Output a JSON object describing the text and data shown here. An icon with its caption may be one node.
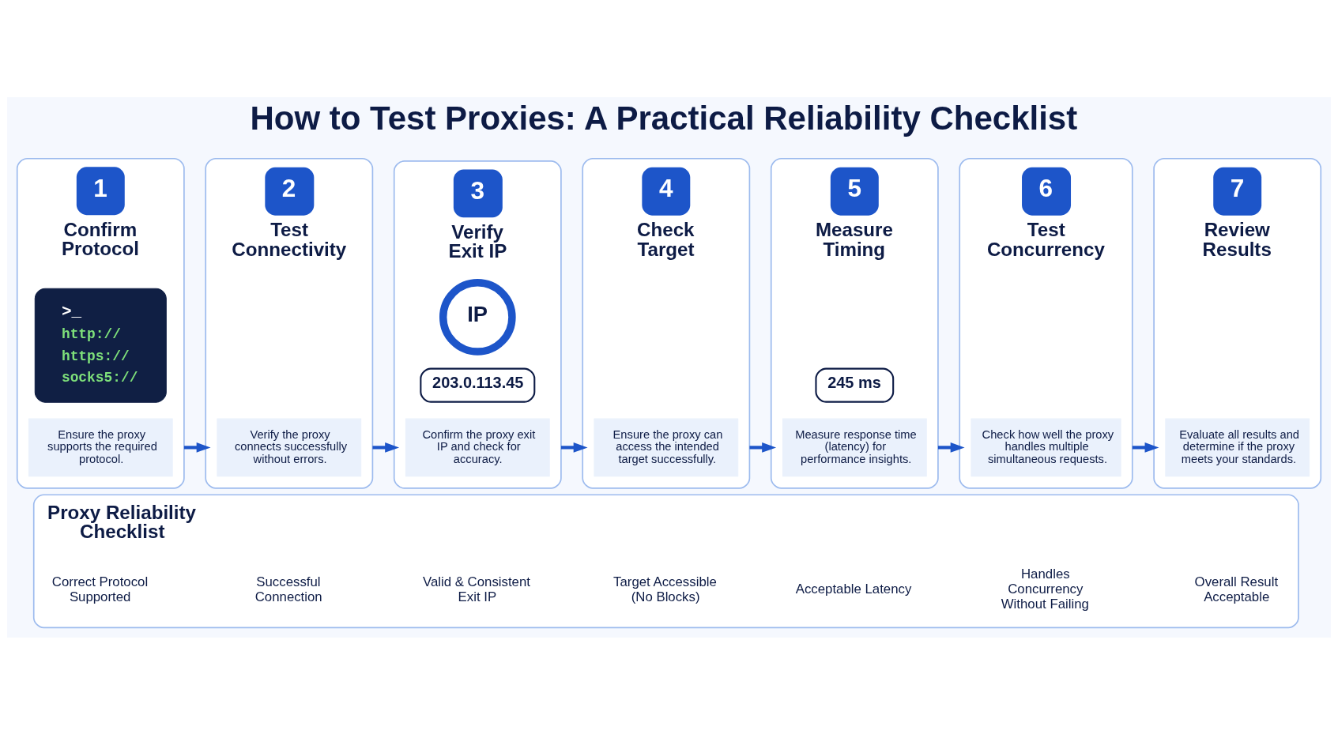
{
  "diagram": {
    "title": "How to Test Proxies: A Practical Reliability Checklist",
    "nodes": [
      {
        "text": [
          "1",
          "Confirm Protocol"
        ]
      },
      {
        "text": [
          ">_",
          "http://",
          "https://",
          "socks5://"
        ],
        "in": 0
      },
      {
        "text": [
          "Ensure the proxy supports the required protocol."
        ],
        "in": 0
      },
      {
        "text": [
          "2",
          "Test Connectivity"
        ]
      },
      {
        "text": [
          "Verify the proxy connects successfully without errors."
        ],
        "in": 3
      },
      {
        "text": [
          "3",
          "Verify Exit IP"
        ]
      },
      {
        "text": [
          "IP"
        ],
        "in": 5
      },
      {
        "text": [
          "203.0.113.45"
        ],
        "in": 5
      },
      {
        "text": [
          "Confirm the proxy exit IP and check for accuracy."
        ],
        "in": 5
      },
      {
        "text": [
          "4",
          "Check Target"
        ]
      },
      {
        "text": [
          "Ensure the proxy can access the intended target successfully."
        ],
        "in": 9
      },
      {
        "text": [
          "5",
          "Measure Timing"
        ]
      },
      {
        "text": [
          "245 ms"
        ],
        "in": 11
      },
      {
        "text": [
          "Measure response time (latency) for performance insights."
        ],
        "in": 11
      },
      {
        "text": [
          "6",
          "Test Concurrency"
        ]
      },
      {
        "text": [
          "Check how well the proxy handles multiple simultaneous requests."
        ],
        "in": 14
      },
      {
        "text": [
          "7",
          "Review Results"
        ]
      },
      {
        "text": [
          "Evaluate all results and determine if the proxy meets your standards."
        ],
        "in": 16
      },
      {
        "text": [
          "Proxy Reliability Checklist"
        ]
      },
      {
        "text": [
          "Correct Protocol Supported"
        ],
        "in": 18
      },
      {
        "text": [
          "Successful Connection"
        ],
        "in": 18
      },
      {
        "text": [
          "Valid & Consistent Exit IP"
        ],
        "in": 18
      },
      {
        "text": [
          "Target Accessible (No Blocks)"
        ],
        "in": 18
      },
      {
        "text": [
          "Acceptable Latency"
        ],
        "in": 18
      },
      {
        "text": [
          "Handles Concurrency Without Failing"
        ],
        "in": 18
      },
      {
        "text": [
          "Overall Result Acceptable"
        ],
        "in": 18
      }
    ],
    "edges": [
      {
        "from": 0,
        "to": 3,
        "arrow": "to"
      },
      {
        "from": 3,
        "to": 5,
        "arrow": "to"
      },
      {
        "from": 5,
        "to": 9,
        "arrow": "to"
      },
      {
        "from": 9,
        "to": 11,
        "arrow": "to"
      },
      {
        "from": 11,
        "to": 14,
        "arrow": "to"
      },
      {
        "from": 14,
        "to": 16,
        "arrow": "to"
      }
    ]
  }
}
